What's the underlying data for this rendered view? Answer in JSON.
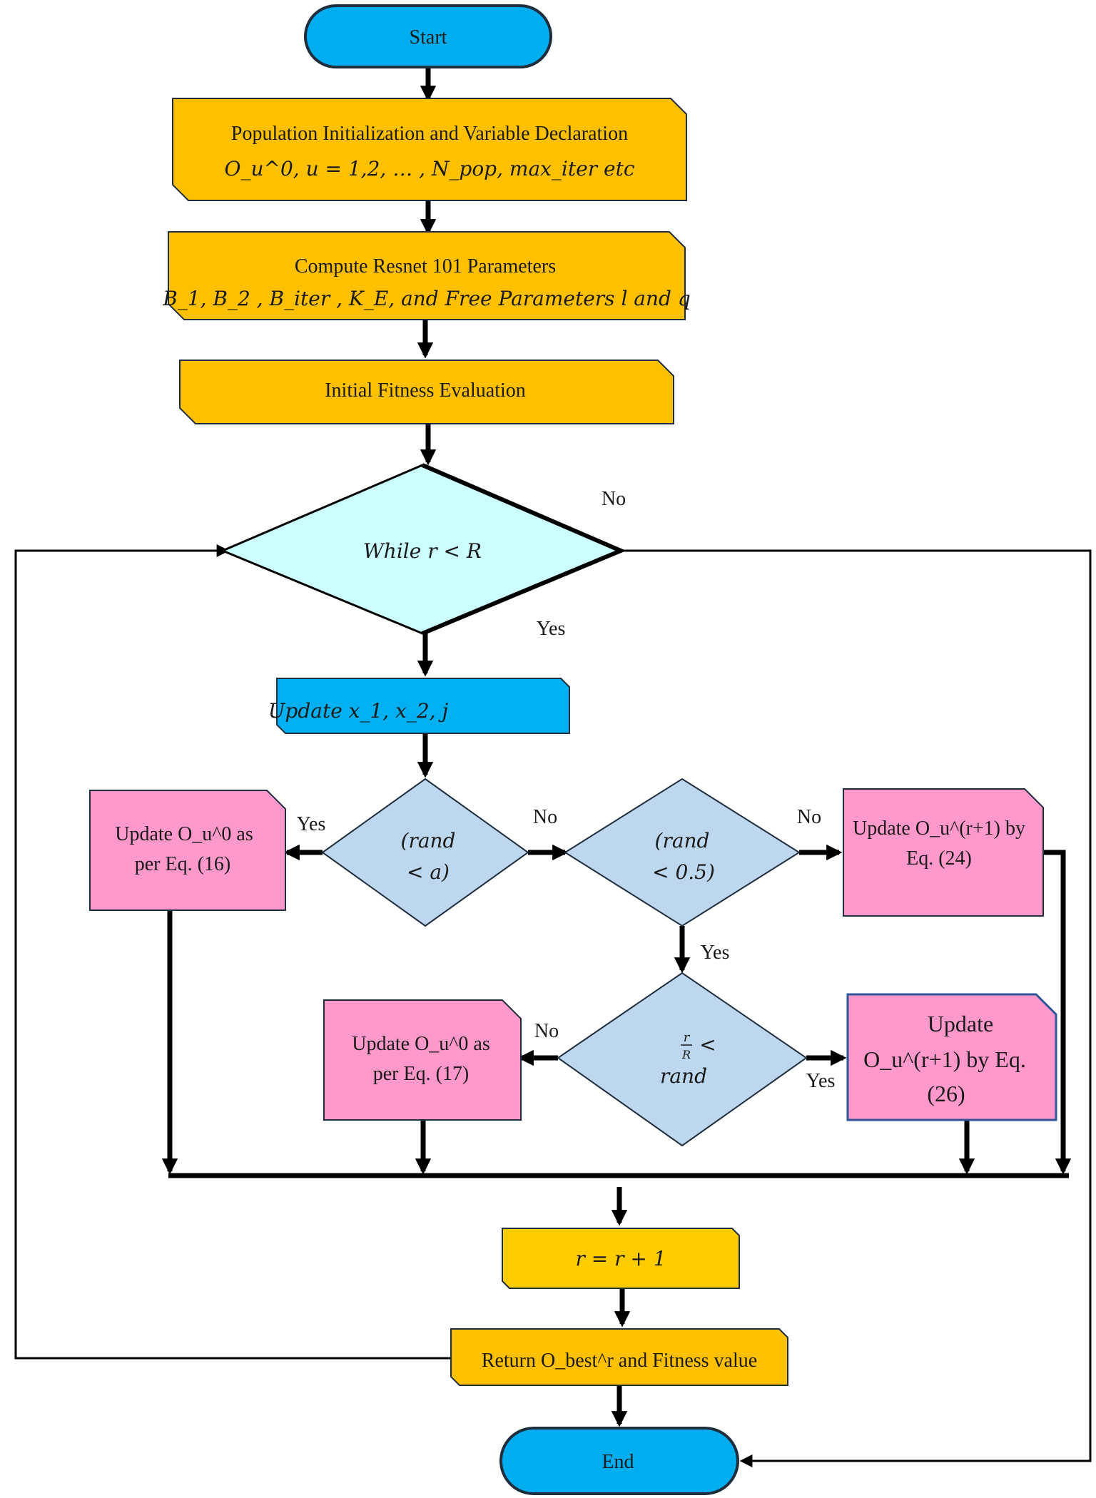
{
  "colors": {
    "terminal": "#00aeef",
    "process_orange": "#ffc000",
    "process_yellow": "#ffcc00",
    "process_blue": "#00b0f0",
    "process_pink": "#ff99cc",
    "loop_decision": "#ccffff",
    "decision": "#bdd7ee",
    "edge": "#000000"
  },
  "nodes": {
    "start": "Start",
    "init": {
      "line1": "Population Initialization and Variable Declaration",
      "line2": "O_u^0, u = 1,2, … , N_pop, max_iter etc"
    },
    "resnet": {
      "line1": "Compute Resnet 101 Parameters",
      "line2": "B_1, B_2 , B_iter , K_E, and Free Parameters l and q"
    },
    "fitness": "Initial Fitness Evaluation",
    "while": "While r < R",
    "update_x": "Update x_1, x_2, j",
    "rand_a": {
      "line1": "(rand",
      "line2": "< a)"
    },
    "rand_05": {
      "line1": "(rand",
      "line2": "< 0.5)"
    },
    "r_ratio": {
      "num": "r",
      "den": "R",
      "op": "<",
      "line2": "rand"
    },
    "eq16": {
      "line1": "Update O_u^0 as",
      "line2": "per Eq. (16)"
    },
    "eq24": {
      "line1": "Update O_u^(r+1) by",
      "line2": "Eq. (24)"
    },
    "eq17": {
      "line1": "Update O_u^0 as",
      "line2": "per Eq. (17)"
    },
    "eq26": {
      "line1": "Update",
      "line2": "O_u^(r+1) by Eq.",
      "line3": "(26)"
    },
    "increment": "r = r + 1",
    "return": "Return O_best^r and Fitness value",
    "end": "End"
  },
  "edge_labels": {
    "while_no": "No",
    "while_yes": "Yes",
    "rand_a_yes": "Yes",
    "rand_a_no": "No",
    "rand_05_no": "No",
    "rand_05_yes": "Yes",
    "ratio_no": "No",
    "ratio_yes": "Yes"
  }
}
